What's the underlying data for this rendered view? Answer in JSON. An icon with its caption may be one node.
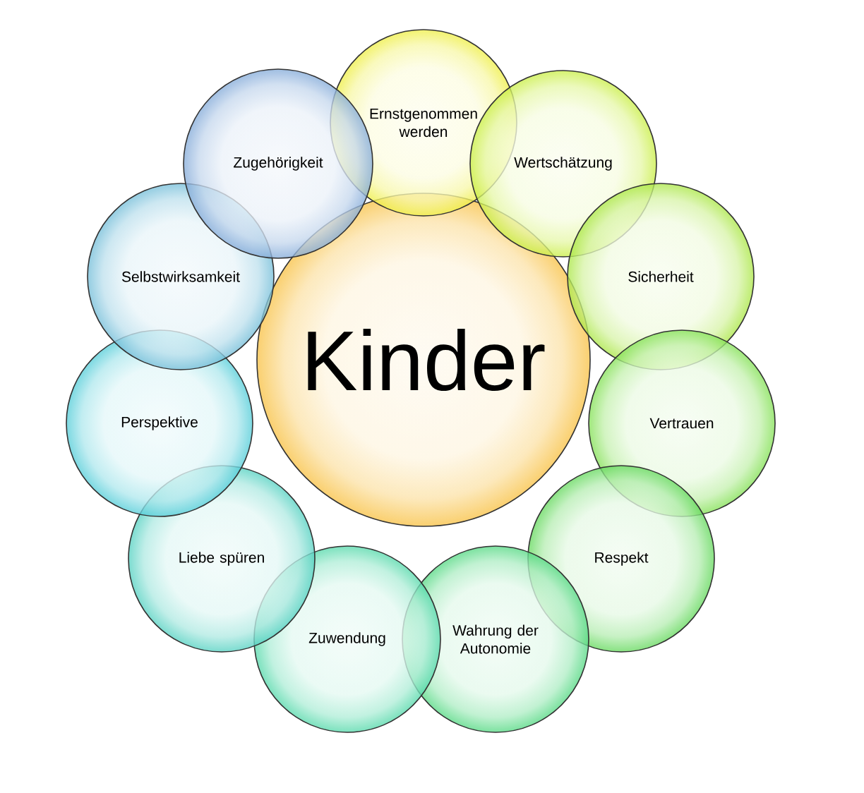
{
  "diagram": {
    "nodes": [
      {
        "text": [
          "Kinder"
        ]
      },
      {
        "text": [
          "Ernstgenommen werden"
        ]
      },
      {
        "text": [
          "Wertschätzung"
        ]
      },
      {
        "text": [
          "Sicherheit"
        ]
      },
      {
        "text": [
          "Vertrauen"
        ]
      },
      {
        "text": [
          "Respekt"
        ]
      },
      {
        "text": [
          "Wahrung der Autonomie"
        ]
      },
      {
        "text": [
          "Zuwendung"
        ]
      },
      {
        "text": [
          "Liebe spüren"
        ]
      },
      {
        "text": [
          "Perspektive"
        ]
      },
      {
        "text": [
          "Selbstwirksamkeit"
        ]
      },
      {
        "text": [
          "Zugehörigkeit"
        ]
      }
    ]
  }
}
